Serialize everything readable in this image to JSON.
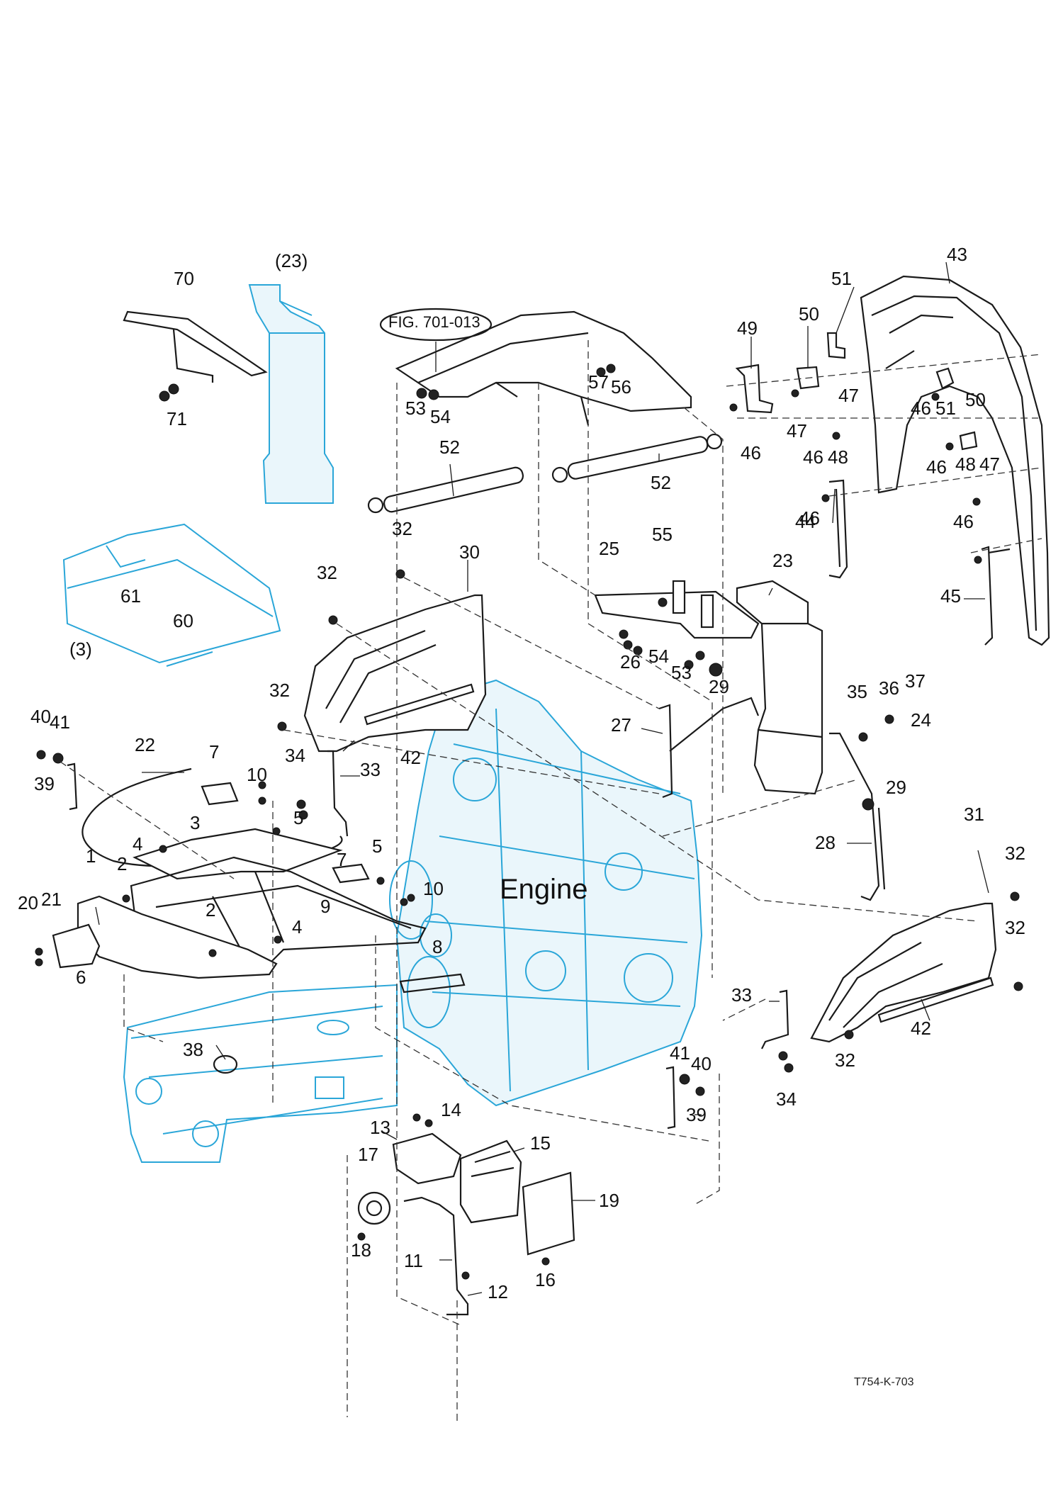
{
  "drawing_code": "T754-K-703",
  "engine_label": "Engine",
  "fig_reference": "FIG. 701-013",
  "callouts": {
    "c70": "70",
    "c23p": "(23)",
    "c71": "71",
    "c53a": "53",
    "c54a": "54",
    "c57": "57",
    "c56": "56",
    "c52a": "52",
    "c52b": "52",
    "c32a": "32",
    "c49": "49",
    "c50a": "50",
    "c51a": "51",
    "c43": "43",
    "c46a": "46",
    "c47a": "47",
    "c46b": "46",
    "c48a": "48",
    "c47b": "47",
    "c46c": "46",
    "c51b": "51",
    "c50b": "50",
    "c46d": "46",
    "c48b": "48",
    "c47c": "47",
    "c46e": "46",
    "c44": "44",
    "c46f": "46",
    "c45": "45",
    "c61": "61",
    "c60": "60",
    "c3p": "(3)",
    "c32b": "32",
    "c30": "30",
    "c55": "55",
    "c25": "25",
    "c23": "23",
    "c26": "26",
    "c54b": "54",
    "c53b": "53",
    "c29a": "29",
    "c35": "35",
    "c36": "36",
    "c37": "37",
    "c24": "24",
    "c29b": "29",
    "c32c": "32",
    "c27": "27",
    "c42a": "42",
    "c34a": "34",
    "c33a": "33",
    "c40a": "40",
    "c41a": "41",
    "c22": "22",
    "c7a": "7",
    "c10a": "10",
    "c39a": "39",
    "c3": "3",
    "c5a": "5",
    "c4a": "4",
    "c5b": "5",
    "c1": "1",
    "c2a": "2",
    "c7b": "7",
    "c20": "20",
    "c21": "21",
    "c2b": "2",
    "c9": "9",
    "c10b": "10",
    "c4b": "4",
    "c8": "8",
    "c6": "6",
    "c28": "28",
    "c31": "31",
    "c32d": "32",
    "c32e": "32",
    "c33b": "33",
    "c42b": "42",
    "c32f": "32",
    "c34b": "34",
    "c38": "38",
    "c41b": "41",
    "c40b": "40",
    "c39b": "39",
    "c13": "13",
    "c14": "14",
    "c15": "15",
    "c17": "17",
    "c19": "19",
    "c18": "18",
    "c11": "11",
    "c16": "16",
    "c12": "12"
  }
}
